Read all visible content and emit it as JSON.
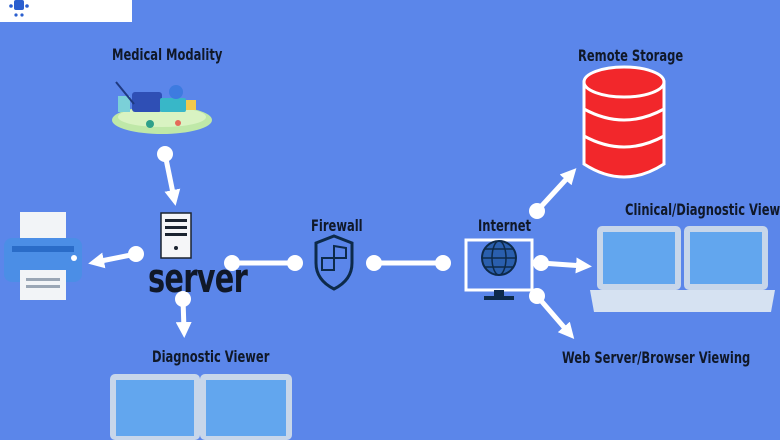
{
  "labels": {
    "modality": "Medical Modality",
    "server": "server",
    "diagnostic_viewer": "Diagnostic Viewer",
    "firewall": "Firewall",
    "internet": "Internet",
    "remote_storage": "Remote Storage",
    "clinical_viewer": "Clinical/Diagnostic Viewer",
    "web_viewing": "Web Server/Browser Viewing"
  },
  "colors": {
    "background": "#5b86ea",
    "connector": "#ffffff",
    "storage": "#f2272b",
    "laptop_screen": "#62a6ee",
    "laptop_body": "#c7d6ea",
    "icon_dark": "#0d2a4a"
  },
  "icons": [
    "medical-modality-illustration",
    "printer-icon",
    "server-tower-icon",
    "firewall-shield-icon",
    "globe-monitor-icon",
    "database-icon",
    "laptop-pair-icon"
  ]
}
